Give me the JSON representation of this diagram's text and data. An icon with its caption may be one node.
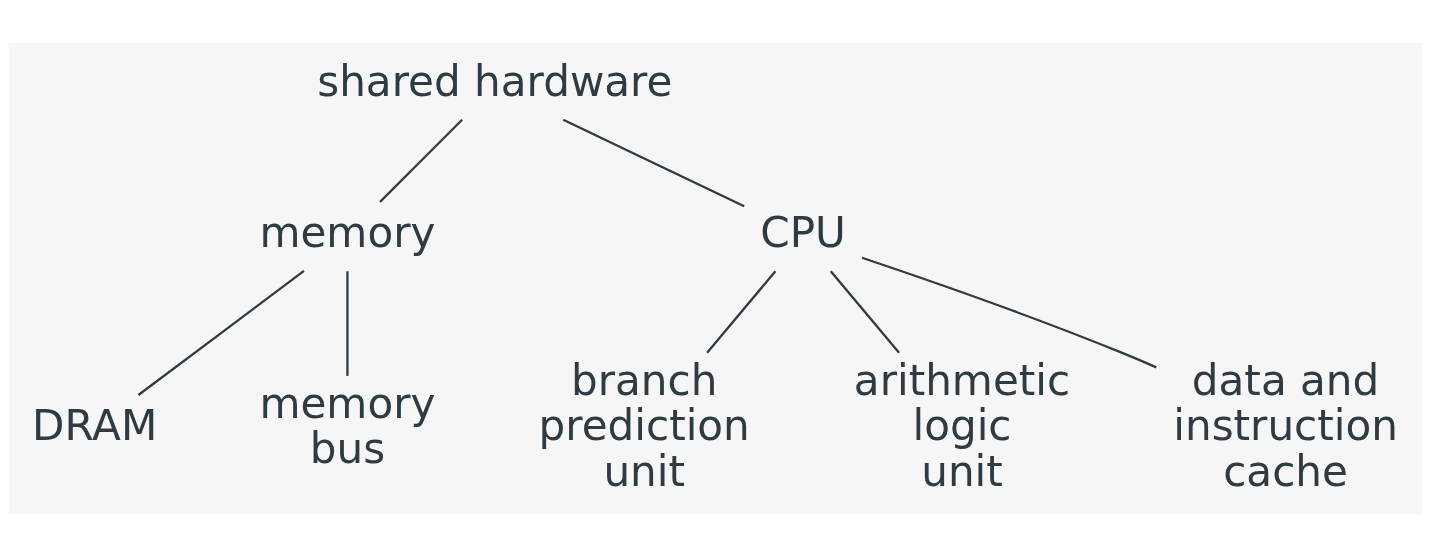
{
  "diagram": {
    "nodes": [
      {
        "text": [
          "shared hardware"
        ]
      },
      {
        "text": [
          "memory"
        ]
      },
      {
        "text": [
          "CPU"
        ]
      },
      {
        "text": [
          "DRAM"
        ]
      },
      {
        "text": [
          "memory bus"
        ]
      },
      {
        "text": [
          "branch prediction unit"
        ]
      },
      {
        "text": [
          "arithmetic logic unit"
        ]
      },
      {
        "text": [
          "data and instruction cache"
        ]
      }
    ],
    "edges": [
      {
        "from": 0,
        "to": 1,
        "arrow": "none"
      },
      {
        "from": 0,
        "to": 2,
        "arrow": "none"
      },
      {
        "from": 1,
        "to": 3,
        "arrow": "none"
      },
      {
        "from": 1,
        "to": 4,
        "arrow": "none"
      },
      {
        "from": 2,
        "to": 5,
        "arrow": "none"
      },
      {
        "from": 2,
        "to": 6,
        "arrow": "none"
      },
      {
        "from": 2,
        "to": 7,
        "arrow": "none"
      }
    ]
  }
}
